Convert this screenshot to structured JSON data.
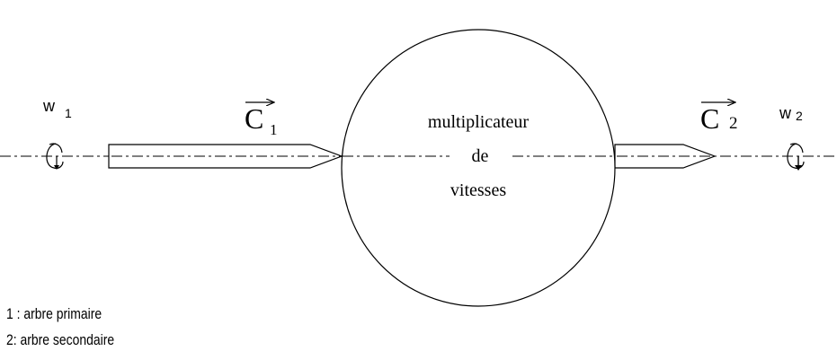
{
  "diagram": {
    "omega_in": {
      "letter": "w",
      "subscript": "1"
    },
    "omega_out": {
      "letter": "w",
      "subscript": "2"
    },
    "torque_in": {
      "letter": "C",
      "subscript": "1"
    },
    "torque_out": {
      "letter": "C",
      "subscript": "2"
    },
    "gearbox": {
      "line1": "multiplicateur",
      "line2": "de",
      "line3": "vitesses"
    }
  },
  "legend": [
    "1 : arbre primaire",
    "2: arbre secondaire"
  ]
}
